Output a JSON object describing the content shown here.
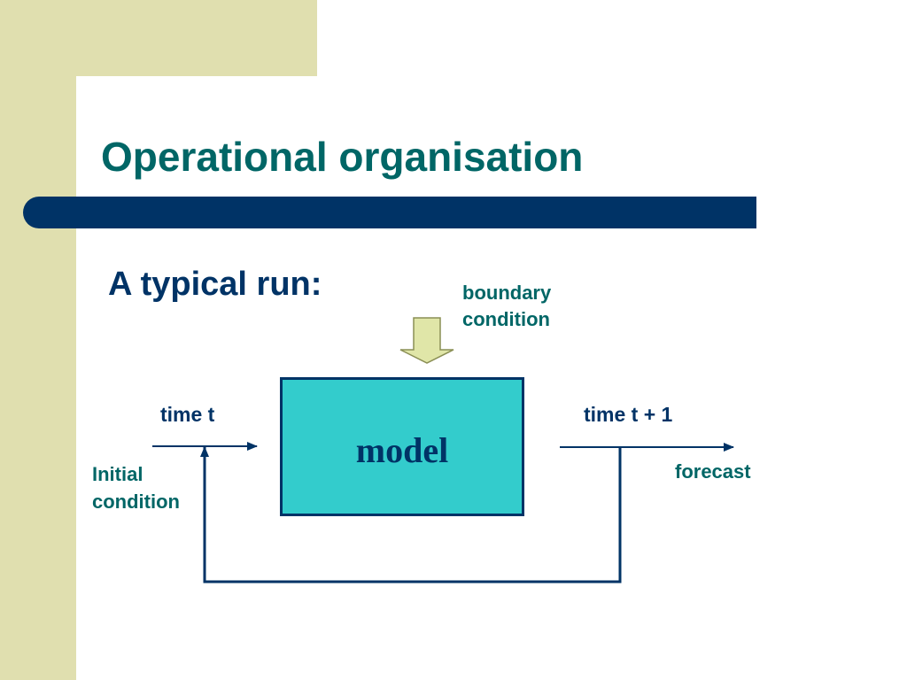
{
  "slide": {
    "title": "Operational organisation",
    "subtitle": "A typical run:"
  },
  "diagram": {
    "boundary_label_line1": "boundary",
    "boundary_label_line2": "condition",
    "model_label": "model",
    "input_time_label": "time t",
    "output_time_label": "time t + 1",
    "initial_label_line1": "Initial",
    "initial_label_line2": "condition",
    "forecast_label": "forecast"
  },
  "colors": {
    "background_band": "#e0dfaf",
    "title_bar": "#003366",
    "title_text": "#006666",
    "model_fill": "#33cccc",
    "arrow_fill": "#e0e6a8",
    "lines": "#003366"
  }
}
